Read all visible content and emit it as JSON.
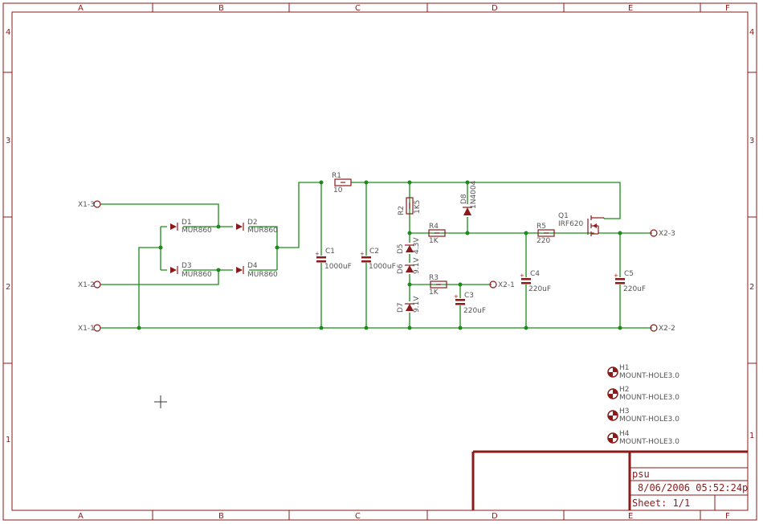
{
  "zones": {
    "columns": [
      "A",
      "B",
      "C",
      "D",
      "E",
      "F"
    ],
    "rows": [
      "4",
      "3",
      "2",
      "1"
    ]
  },
  "components": {
    "connectors": {
      "x1_3": "X1-3",
      "x1_2": "X1-2",
      "x1_1": "X1-1",
      "x2_3": "X2-3",
      "x2_1": "X2-1",
      "x2_2": "X2-2"
    },
    "diodes": {
      "d1": {
        "name": "D1",
        "value": "MUR860"
      },
      "d2": {
        "name": "D2",
        "value": "MUR860"
      },
      "d3": {
        "name": "D3",
        "value": "MUR860"
      },
      "d4": {
        "name": "D4",
        "value": "MUR860"
      },
      "d5": {
        "name": "D5",
        "value": "4.3V"
      },
      "d6": {
        "name": "D6",
        "value": "9.1V"
      },
      "d7": {
        "name": "D7",
        "value": "9.1V"
      },
      "d8": {
        "name": "D8",
        "value": "1N4004"
      }
    },
    "resistors": {
      "r1": {
        "name": "R1",
        "value": "10"
      },
      "r2": {
        "name": "R2",
        "value": "1K5"
      },
      "r3": {
        "name": "R3",
        "value": "1K"
      },
      "r4": {
        "name": "R4",
        "value": "1K"
      },
      "r5": {
        "name": "R5",
        "value": "220"
      }
    },
    "capacitors": {
      "c1": {
        "name": "C1",
        "value": "1000uF"
      },
      "c2": {
        "name": "C2",
        "value": "1000uF"
      },
      "c3": {
        "name": "C3",
        "value": "220uF"
      },
      "c4": {
        "name": "C4",
        "value": "220uF"
      },
      "c5": {
        "name": "C5",
        "value": "220uF"
      }
    },
    "transistor": {
      "name": "Q1",
      "value": "IRF620"
    },
    "mount_holes": [
      {
        "name": "H1",
        "value": "MOUNT-HOLE3.0"
      },
      {
        "name": "H2",
        "value": "MOUNT-HOLE3.0"
      },
      {
        "name": "H3",
        "value": "MOUNT-HOLE3.0"
      },
      {
        "name": "H4",
        "value": "MOUNT-HOLE3.0"
      }
    ]
  },
  "title_block": {
    "name": "psu",
    "date": "8/06/2006 05:52:24p",
    "sheet": "Sheet: 1/1"
  },
  "colors": {
    "frame": "#8b1a1a",
    "wire": "#1a8c1a",
    "label": "#555555"
  }
}
